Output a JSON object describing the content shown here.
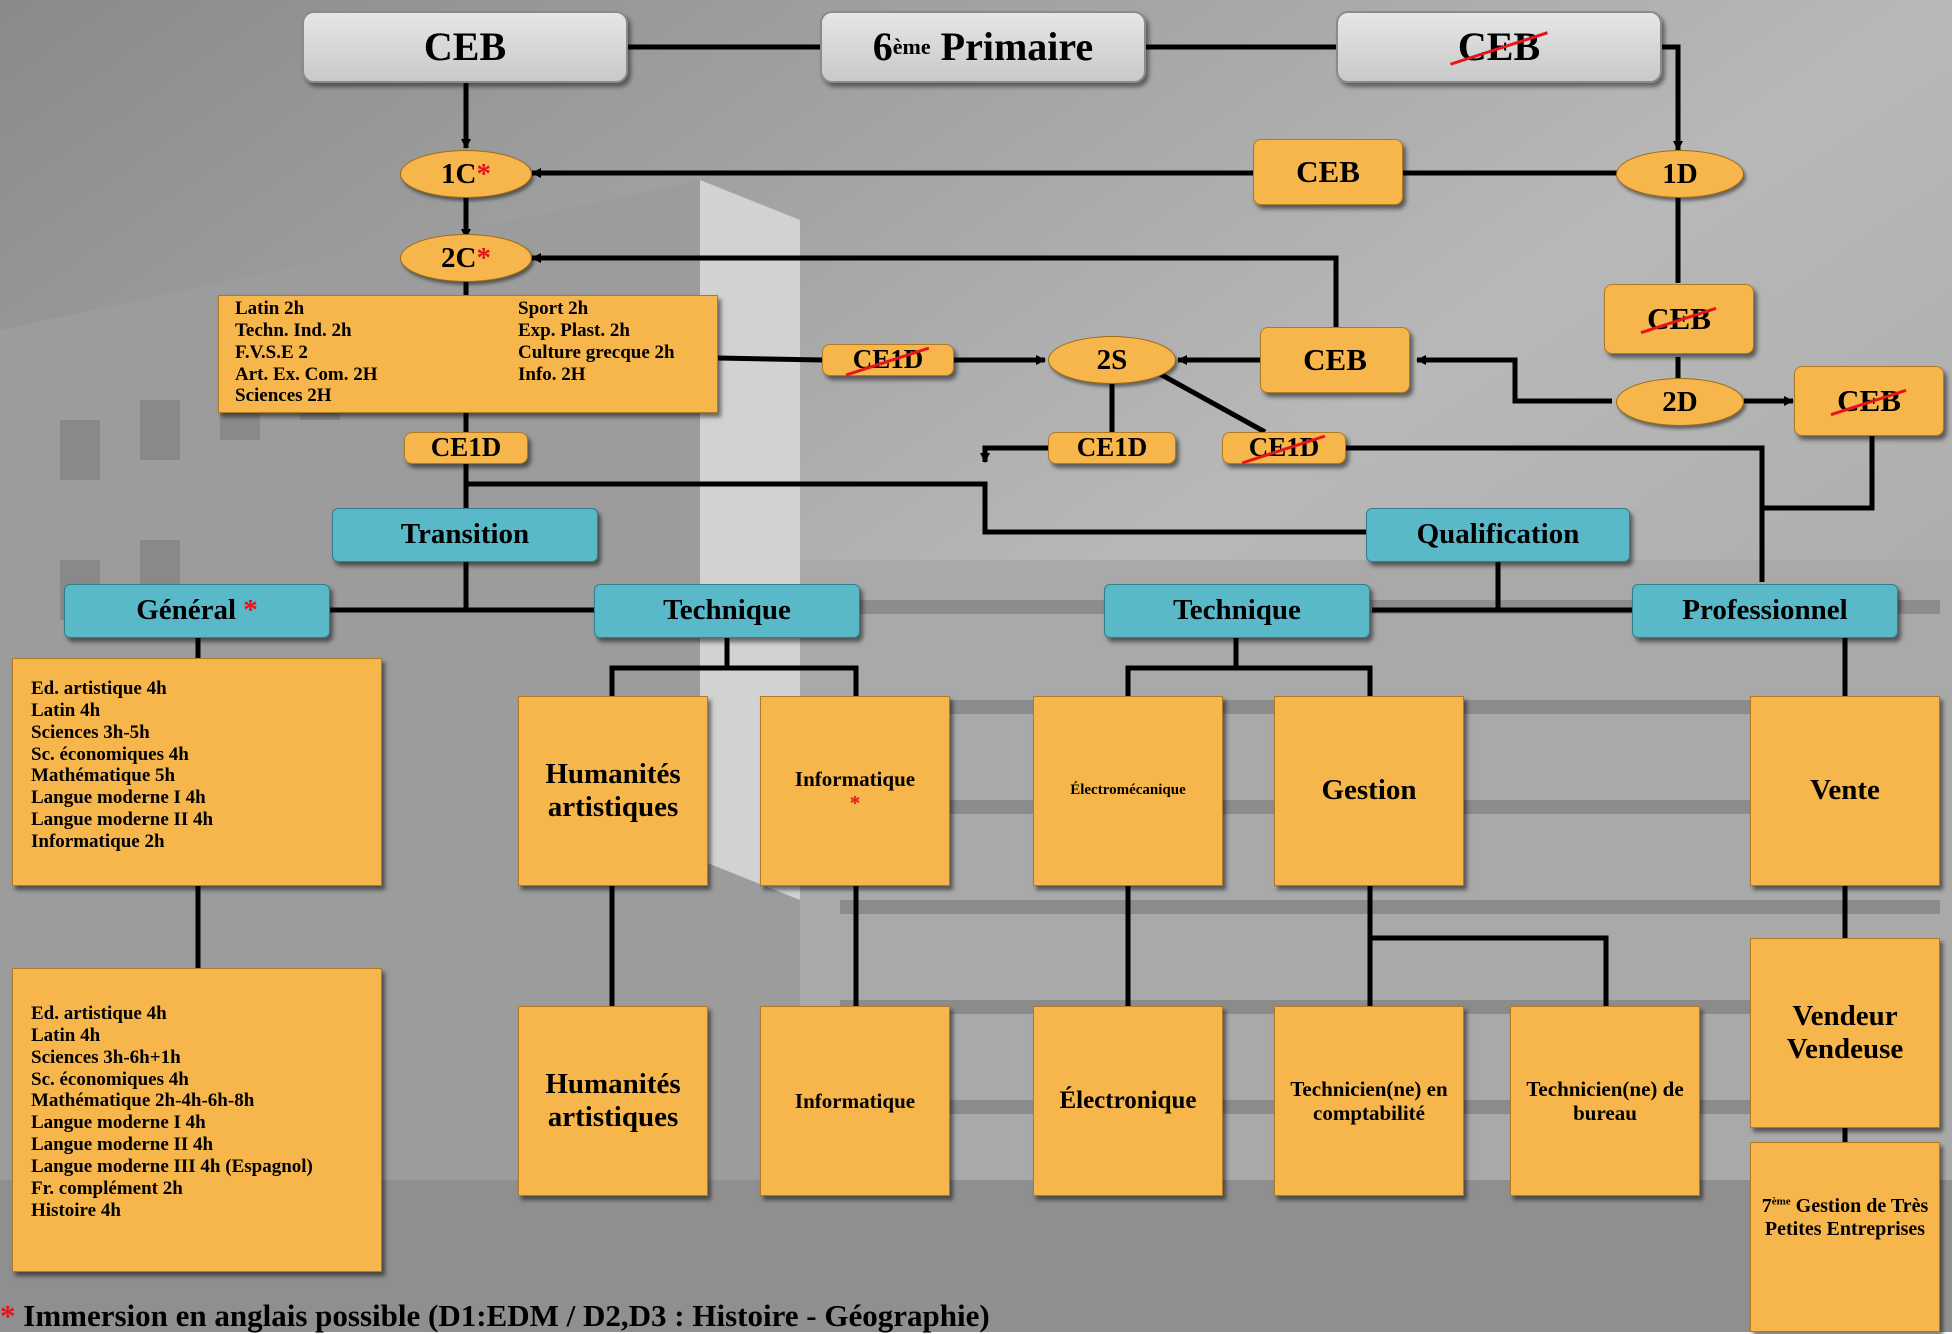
{
  "top": {
    "ceb_left": "CEB",
    "primaire_sup": "ème",
    "primaire_num": "6",
    "primaire_label": "Primaire",
    "ceb_right": "CEB"
  },
  "d1": {
    "c1": "1C",
    "c2": "2C",
    "d1": "1D",
    "d2": "2D",
    "s2": "2S",
    "star": "*",
    "ceb_1d": "CEB",
    "ceb_2s": "CEB",
    "ceb_crossed_1": "CEB",
    "ceb_crossed_2": "CEB",
    "ce1d_left": "CE1D",
    "ce1d_crossed_a": "CE1D",
    "ce1d_mid": "CE1D",
    "ce1d_crossed_b": "CE1D"
  },
  "options_left": [
    "Latin 2h",
    "Techn. Ind. 2h",
    "F.V.S.E 2",
    "Art. Ex. Com. 2H",
    "Sciences 2H"
  ],
  "options_right": [
    "Sport 2h",
    "Exp. Plast. 2h",
    "Culture grecque 2h",
    "Info. 2H"
  ],
  "tracks": {
    "transition": "Transition",
    "qualification": "Qualification",
    "general": "Général",
    "technique_t": "Technique",
    "technique_q": "Technique",
    "professionnel": "Professionnel"
  },
  "general_d2": [
    "Ed. artistique 4h",
    "Latin 4h",
    "Sciences 3h-5h",
    "Sc. économiques 4h",
    "Mathématique 5h",
    "Langue moderne I 4h",
    "Langue moderne II 4h",
    "Informatique 2h"
  ],
  "general_d3": [
    "Ed. artistique 4h",
    "Latin 4h",
    "Sciences 3h-6h+1h",
    "Sc. économiques 4h",
    "Mathématique 2h-4h-6h-8h",
    "Langue moderne I 4h",
    "Langue moderne II 4h",
    "Langue moderne III 4h (Espagnol)",
    "Fr. complément 2h",
    "Histoire 4h"
  ],
  "sections": {
    "humanites_1": "Humanités artistiques",
    "informatique_1": "Informatique",
    "electromecanique": "Électromécanique",
    "gestion": "Gestion",
    "vente": "Vente",
    "humanites_2": "Humanités artistiques",
    "informatique_2": "Informatique",
    "electronique": "Électronique",
    "technicien_compta": "Technicien(ne) en comptabilité",
    "technicien_bureau": "Technicien(ne) de bureau",
    "vendeur": "Vendeur",
    "vendeuse": "Vendeuse",
    "septieme_num": "7",
    "septieme_sup": "ème",
    "septieme_label": "Gestion de Très Petites Entreprises"
  },
  "footnote": {
    "star": "*",
    "text": " Immersion en anglais possible (D1:EDM / D2,D3 : Histoire - Géographie)"
  },
  "colors": {
    "orange": "#f7b64c",
    "teal": "#59b9c8",
    "gray": "#d6d6d6",
    "strike": "#e8141c",
    "line": "#000000"
  }
}
